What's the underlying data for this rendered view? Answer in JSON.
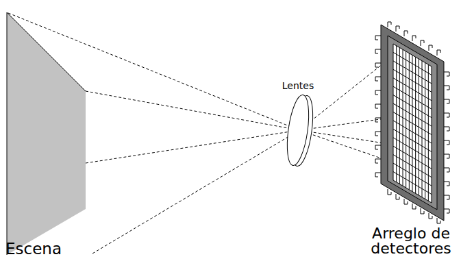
{
  "diagram": {
    "labels": [
      "Escena",
      "Lentes",
      "Arreglo de detectores"
    ]
  }
}
